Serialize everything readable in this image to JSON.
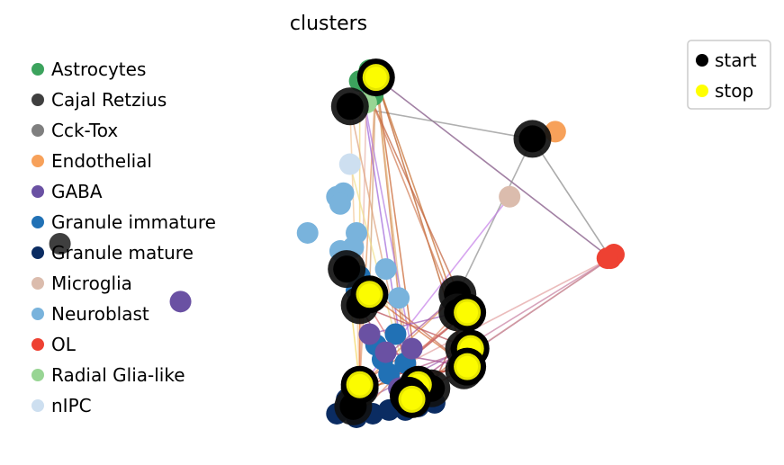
{
  "chart_data": {
    "type": "scatter",
    "title": "clusters",
    "xlabel": "",
    "ylabel": "",
    "xlim": [
      0,
      100
    ],
    "ylim": [
      0,
      100
    ],
    "grid": false,
    "axes_visible": false,
    "legend_placement": "left",
    "categories": [
      {
        "name": "Astrocytes",
        "color": "#3ca35d"
      },
      {
        "name": "Cajal Retzius",
        "color": "#3f3f3f"
      },
      {
        "name": "Cck-Tox",
        "color": "#7f7f7f"
      },
      {
        "name": "Endothelial",
        "color": "#f7a15a"
      },
      {
        "name": "GABA",
        "color": "#6a51a3"
      },
      {
        "name": "Granule immature",
        "color": "#2171b5"
      },
      {
        "name": "Granule mature",
        "color": "#0b2c62"
      },
      {
        "name": "Microglia",
        "color": "#dbbcad"
      },
      {
        "name": "Neuroblast",
        "color": "#79b3dc"
      },
      {
        "name": "OL",
        "color": "#ee4132"
      },
      {
        "name": "Radial Glia-like",
        "color": "#98d594"
      },
      {
        "name": "nIPC",
        "color": "#cddff0"
      }
    ],
    "points": [
      {
        "x": 25,
        "y": 98,
        "c": "Astrocytes"
      },
      {
        "x": 22,
        "y": 95,
        "c": "Astrocytes"
      },
      {
        "x": 26,
        "y": 91,
        "c": "Astrocytes"
      },
      {
        "x": 24,
        "y": 89,
        "c": "Radial Glia-like"
      },
      {
        "x": 19,
        "y": 72,
        "c": "nIPC"
      },
      {
        "x": 17,
        "y": 64,
        "c": "Neuroblast"
      },
      {
        "x": 15,
        "y": 63,
        "c": "Neuroblast"
      },
      {
        "x": 16,
        "y": 61,
        "c": "Neuroblast"
      },
      {
        "x": 6,
        "y": 53,
        "c": "Neuroblast"
      },
      {
        "x": 21,
        "y": 53,
        "c": "Neuroblast"
      },
      {
        "x": 16,
        "y": 48,
        "c": "Neuroblast"
      },
      {
        "x": 20,
        "y": 49,
        "c": "Neuroblast"
      },
      {
        "x": 30,
        "y": 43,
        "c": "Neuroblast"
      },
      {
        "x": 19,
        "y": 42,
        "c": "Neuroblast"
      },
      {
        "x": 34,
        "y": 35,
        "c": "Neuroblast"
      },
      {
        "x": 22,
        "y": 41,
        "c": "Granule immature"
      },
      {
        "x": 21,
        "y": 37,
        "c": "Granule immature"
      },
      {
        "x": 33,
        "y": 25,
        "c": "Granule immature"
      },
      {
        "x": 29,
        "y": 18,
        "c": "Granule immature"
      },
      {
        "x": 27,
        "y": 22,
        "c": "Granule immature"
      },
      {
        "x": 36,
        "y": 17,
        "c": "Granule immature"
      },
      {
        "x": 40,
        "y": 13,
        "c": "Granule immature"
      },
      {
        "x": 31,
        "y": 14,
        "c": "Granule immature"
      },
      {
        "x": 38,
        "y": 21,
        "c": "GABA"
      },
      {
        "x": 30,
        "y": 20,
        "c": "GABA"
      },
      {
        "x": 25,
        "y": 25,
        "c": "GABA"
      },
      {
        "x": -33,
        "y": 34,
        "c": "GABA"
      },
      {
        "x": 34,
        "y": 10,
        "c": "GABA"
      },
      {
        "x": -70,
        "y": 50,
        "c": "Cajal Retzius"
      },
      {
        "x": 18,
        "y": 7,
        "c": "Granule mature"
      },
      {
        "x": 15,
        "y": 3,
        "c": "Granule mature"
      },
      {
        "x": 21,
        "y": 2,
        "c": "Granule mature"
      },
      {
        "x": 26,
        "y": 3,
        "c": "Granule mature"
      },
      {
        "x": 31,
        "y": 4,
        "c": "Granule mature"
      },
      {
        "x": 36,
        "y": 4,
        "c": "Granule mature"
      },
      {
        "x": 40,
        "y": 5,
        "c": "Granule mature"
      },
      {
        "x": 24,
        "y": 9,
        "c": "Granule mature"
      },
      {
        "x": 45,
        "y": 6,
        "c": "Granule mature"
      },
      {
        "x": 68,
        "y": 63,
        "c": "Microglia"
      },
      {
        "x": 82,
        "y": 81,
        "c": "Endothelial"
      },
      {
        "x": 100,
        "y": 47,
        "c": "OL"
      },
      {
        "x": 99,
        "y": 46,
        "c": "OL"
      },
      {
        "x": 98,
        "y": 46,
        "c": "OL"
      }
    ],
    "start": [
      {
        "x": 19,
        "y": 88
      },
      {
        "x": 18,
        "y": 43
      },
      {
        "x": 22,
        "y": 33
      },
      {
        "x": 52,
        "y": 36
      },
      {
        "x": 75,
        "y": 79
      },
      {
        "x": 22,
        "y": 10
      },
      {
        "x": 40,
        "y": 10
      },
      {
        "x": 44,
        "y": 10
      },
      {
        "x": 20,
        "y": 5
      },
      {
        "x": 52,
        "y": 31
      },
      {
        "x": 54,
        "y": 21
      },
      {
        "x": 54,
        "y": 15
      }
    ],
    "stop": [
      {
        "x": 27,
        "y": 96
      },
      {
        "x": 25,
        "y": 36
      },
      {
        "x": 55,
        "y": 31
      },
      {
        "x": 56,
        "y": 21
      },
      {
        "x": 55,
        "y": 16
      },
      {
        "x": 22,
        "y": 11
      },
      {
        "x": 40,
        "y": 11
      },
      {
        "x": 37,
        "y": 8
      },
      {
        "x": 38,
        "y": 7
      }
    ],
    "edges": [
      {
        "from": [
          27,
          96
        ],
        "to": [
          99,
          46
        ],
        "color": "#7b4b7e"
      },
      {
        "from": [
          19,
          88
        ],
        "to": [
          75,
          79
        ],
        "color": "#8f8f8f"
      },
      {
        "from": [
          75,
          79
        ],
        "to": [
          52,
          36
        ],
        "color": "#8f8f8f"
      },
      {
        "from": [
          68,
          63
        ],
        "to": [
          22,
          10
        ],
        "color": "#c47ee8"
      },
      {
        "from": [
          99,
          46
        ],
        "to": [
          37,
          8
        ],
        "color": "#a0406b"
      },
      {
        "from": [
          99,
          46
        ],
        "to": [
          22,
          10
        ],
        "color": "#e3a0a0"
      },
      {
        "from": [
          99,
          46
        ],
        "to": [
          40,
          10
        ],
        "color": "#d9a5a5"
      },
      {
        "from": [
          99,
          46
        ],
        "to": [
          54,
          21
        ],
        "color": "#c77ea0"
      },
      {
        "from": [
          75,
          79
        ],
        "to": [
          99,
          46
        ],
        "color": "#888888"
      },
      {
        "from": [
          27,
          96
        ],
        "to": [
          40,
          11
        ],
        "color": "#c8602a"
      },
      {
        "from": [
          27,
          96
        ],
        "to": [
          37,
          8
        ],
        "color": "#d07a3a"
      },
      {
        "from": [
          27,
          96
        ],
        "to": [
          22,
          11
        ],
        "color": "#e49560"
      },
      {
        "from": [
          27,
          96
        ],
        "to": [
          55,
          16
        ],
        "color": "#b8561c"
      },
      {
        "from": [
          27,
          96
        ],
        "to": [
          56,
          21
        ],
        "color": "#c46a2a"
      },
      {
        "from": [
          27,
          96
        ],
        "to": [
          38,
          7
        ],
        "color": "#e3b880"
      },
      {
        "from": [
          27,
          96
        ],
        "to": [
          25,
          36
        ],
        "color": "#d0a070"
      },
      {
        "from": [
          22,
          96
        ],
        "to": [
          22,
          11
        ],
        "color": "#f2d47a"
      },
      {
        "from": [
          22,
          96
        ],
        "to": [
          37,
          8
        ],
        "color": "#9c63d9"
      },
      {
        "from": [
          22,
          96
        ],
        "to": [
          40,
          11
        ],
        "color": "#b07ae0"
      },
      {
        "from": [
          24,
          89
        ],
        "to": [
          22,
          10
        ],
        "color": "#e8b4a8"
      },
      {
        "from": [
          19,
          88
        ],
        "to": [
          38,
          7
        ],
        "color": "#dda07a"
      },
      {
        "from": [
          19,
          88
        ],
        "to": [
          22,
          11
        ],
        "color": "#f2c89a"
      },
      {
        "from": [
          25,
          91
        ],
        "to": [
          55,
          31
        ],
        "color": "#c05f3a"
      },
      {
        "from": [
          25,
          91
        ],
        "to": [
          56,
          21
        ],
        "color": "#d27a52"
      },
      {
        "from": [
          19,
          72
        ],
        "to": [
          38,
          7
        ],
        "color": "#f0e08a"
      },
      {
        "from": [
          18,
          43
        ],
        "to": [
          55,
          16
        ],
        "color": "#c56a4f"
      },
      {
        "from": [
          22,
          33
        ],
        "to": [
          56,
          21
        ],
        "color": "#b94a53"
      },
      {
        "from": [
          22,
          33
        ],
        "to": [
          38,
          7
        ],
        "color": "#9c3d5c"
      },
      {
        "from": [
          18,
          43
        ],
        "to": [
          40,
          10
        ],
        "color": "#e07070"
      },
      {
        "from": [
          25,
          36
        ],
        "to": [
          55,
          16
        ],
        "color": "#d46f3a"
      },
      {
        "from": [
          20,
          5
        ],
        "to": [
          55,
          31
        ],
        "color": "#c46c3a"
      },
      {
        "from": [
          22,
          10
        ],
        "to": [
          56,
          21
        ],
        "color": "#b25a8a"
      },
      {
        "from": [
          22,
          10
        ],
        "to": [
          55,
          16
        ],
        "color": "#c06028"
      },
      {
        "from": [
          20,
          5
        ],
        "to": [
          54,
          21
        ],
        "color": "#a05fb0"
      },
      {
        "from": [
          21,
          2
        ],
        "to": [
          52,
          31
        ],
        "color": "#e08a6a"
      },
      {
        "from": [
          44,
          10
        ],
        "to": [
          55,
          31
        ],
        "color": "#b3524a"
      },
      {
        "from": [
          40,
          10
        ],
        "to": [
          56,
          21
        ],
        "color": "#d47a4a"
      },
      {
        "from": [
          30,
          20
        ],
        "to": [
          55,
          16
        ],
        "color": "#a1478c"
      },
      {
        "from": [
          25,
          25
        ],
        "to": [
          52,
          31
        ],
        "color": "#9b59b6"
      },
      {
        "from": [
          31,
          14
        ],
        "to": [
          54,
          15
        ],
        "color": "#c2413a"
      },
      {
        "from": [
          36,
          17
        ],
        "to": [
          55,
          31
        ],
        "color": "#c7627a"
      },
      {
        "from": [
          33,
          25
        ],
        "to": [
          40,
          11
        ],
        "color": "#e07a5a"
      },
      {
        "from": [
          18,
          43
        ],
        "to": [
          22,
          11
        ],
        "color": "#f3d55b"
      },
      {
        "from": [
          22,
          33
        ],
        "to": [
          22,
          11
        ],
        "color": "#e87b4a"
      },
      {
        "from": [
          15,
          3
        ],
        "to": [
          55,
          31
        ],
        "color": "#d3695a"
      },
      {
        "from": [
          26,
          3
        ],
        "to": [
          54,
          21
        ],
        "color": "#b04a8a"
      },
      {
        "from": [
          31,
          4
        ],
        "to": [
          55,
          16
        ],
        "color": "#c95030"
      },
      {
        "from": [
          18,
          7
        ],
        "to": [
          52,
          36
        ],
        "color": "#e0905a"
      },
      {
        "from": [
          29,
          18
        ],
        "to": [
          52,
          36
        ],
        "color": "#a85aa0"
      },
      {
        "from": [
          38,
          21
        ],
        "to": [
          22,
          11
        ],
        "color": "#cf5f4a"
      }
    ],
    "legend": {
      "start_label": "start",
      "stop_label": "stop"
    },
    "marker_colors": {
      "start": "#000000",
      "stop": "#ffff00"
    }
  }
}
